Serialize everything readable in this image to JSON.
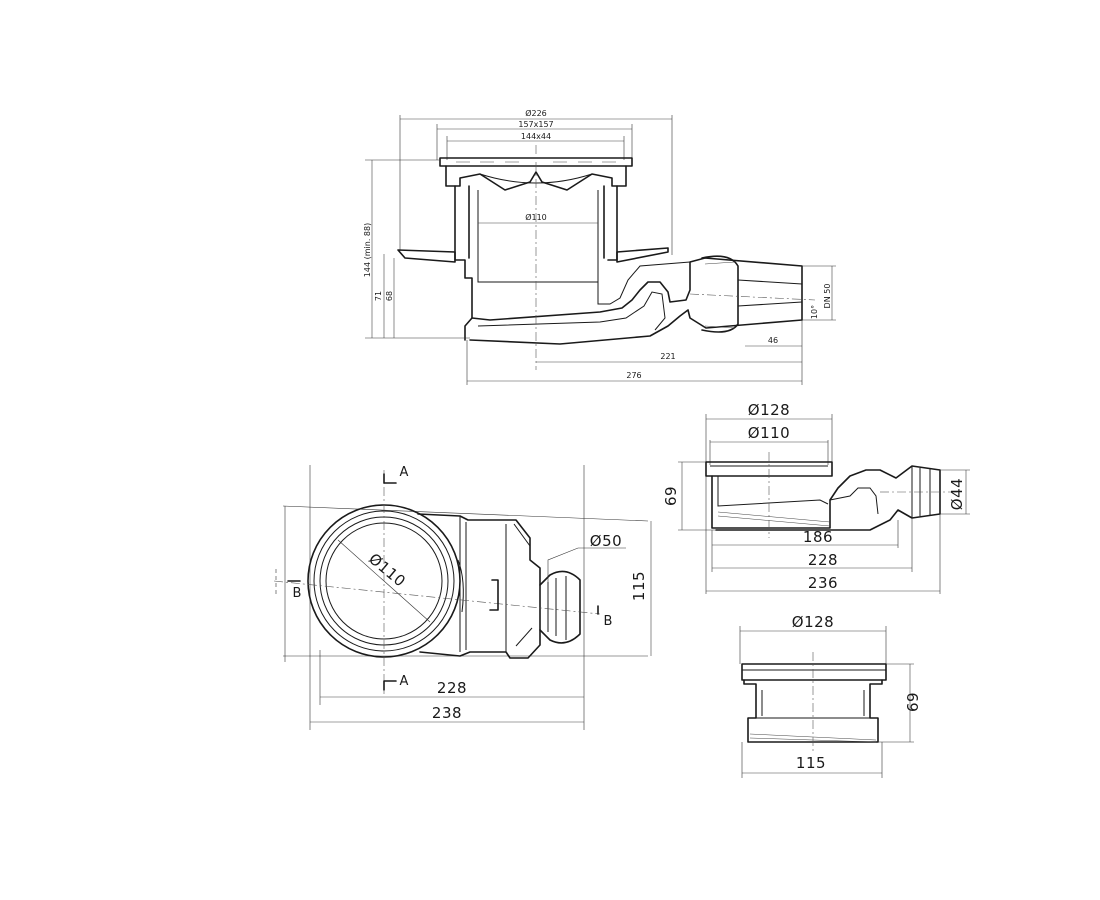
{
  "view_top": {
    "d_outer": "Ø226",
    "grate_outer": "157x157",
    "grate_inner": "144x44",
    "d_pipe": "Ø110",
    "height_total": "144 (min. 88)",
    "height_71": "71",
    "height_68": "68",
    "dn": "DN 50",
    "slope": "10°",
    "len_46": "46",
    "len_221": "221",
    "len_276": "276"
  },
  "view_plan": {
    "d_body": "Ø110",
    "d_outlet": "Ø50",
    "width_228": "228",
    "width_238": "238",
    "height_115": "115",
    "section_a_top": "A",
    "section_a_bottom": "A",
    "section_b_left": "B",
    "section_b_right": "B"
  },
  "view_side": {
    "d_128": "Ø128",
    "d_110": "Ø110",
    "d_44": "Ø44",
    "height_69": "69",
    "len_186": "186",
    "len_228": "228",
    "len_236": "236"
  },
  "view_front": {
    "d_128": "Ø128",
    "height_69": "69",
    "width_115": "115"
  }
}
